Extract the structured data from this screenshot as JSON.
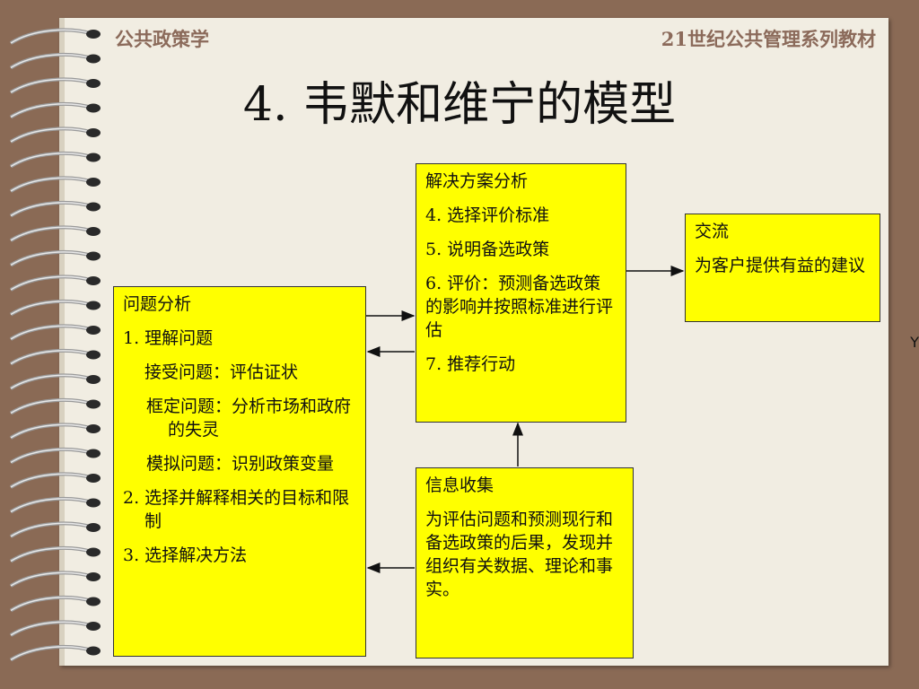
{
  "header": {
    "left": "公共政策学",
    "right": "21世纪公共管理系列教材"
  },
  "title": "4. 韦默和维宁的模型",
  "boxes": {
    "problem": {
      "heading": "问题分析",
      "item1": "1.  理解问题",
      "sub1": "接受问题：评估证状",
      "sub2": "框定问题：分析市场和政府的失灵",
      "sub3": "模拟问题：识别政策变量",
      "item2": "2. 选择并解释相关的目标和限制",
      "item3": "3. 选择解决方法"
    },
    "solution": {
      "heading": "解决方案分析",
      "item4": "4. 选择评价标准",
      "item5": "5. 说明备选政策",
      "item6": "6. 评价：预测备选政策的影响并按照标准进行评估",
      "item7": "7. 推荐行动"
    },
    "communication": {
      "heading": "交流",
      "body": "为客户提供有益的建议"
    },
    "information": {
      "heading": "信息收集",
      "body": "为评估问题和预测现行和备选政策的后果，发现并组织有关数据、理论和事实。"
    }
  },
  "edge_mark": "Y",
  "colors": {
    "box_fill": "#ffff00",
    "page": "#f1ede2",
    "frame": "#8a6a55",
    "header_text": "#8b6a5a"
  }
}
